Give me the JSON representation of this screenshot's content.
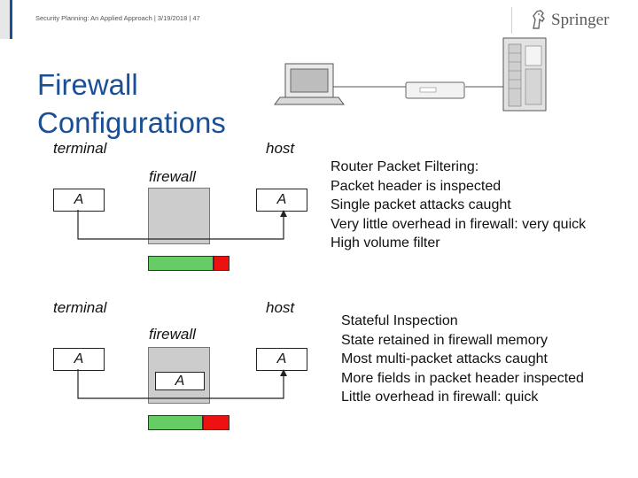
{
  "header": {
    "breadcrumb": "Security Planning: An Applied Approach | 3/19/2018 | 47",
    "logo_text": "Springer"
  },
  "slide": {
    "title_line1": "Firewall",
    "title_line2": "Configurations"
  },
  "diagram1": {
    "terminal_label": "terminal",
    "host_label": "host",
    "firewall_label": "firewall",
    "terminal_node": "A",
    "host_node": "A"
  },
  "diagram2": {
    "terminal_label": "terminal",
    "host_label": "host",
    "firewall_label": "firewall",
    "terminal_node": "A",
    "host_node": "A",
    "firewall_node": "A"
  },
  "router_filtering": {
    "heading": "Router Packet Filtering",
    "heading_suffix": ":",
    "lines": [
      "Packet header is inspected",
      "Single packet attacks caught",
      "Very little overhead in firewall: very quick",
      "High volume filter"
    ]
  },
  "stateful_inspection": {
    "heading": "Stateful Inspection",
    "lines": [
      "State retained in firewall memory",
      "Most multi-packet attacks caught",
      "More fields in packet header inspected",
      "Little overhead in firewall: quick"
    ]
  },
  "colors": {
    "title": "#1a4f96",
    "bar_green": "#66cc66",
    "bar_red": "#ee1111",
    "firewall_gray": "#cccccc"
  },
  "icons": [
    "computer-terminal-icon",
    "router-icon",
    "server-tower-icon",
    "springer-horse-logo"
  ]
}
